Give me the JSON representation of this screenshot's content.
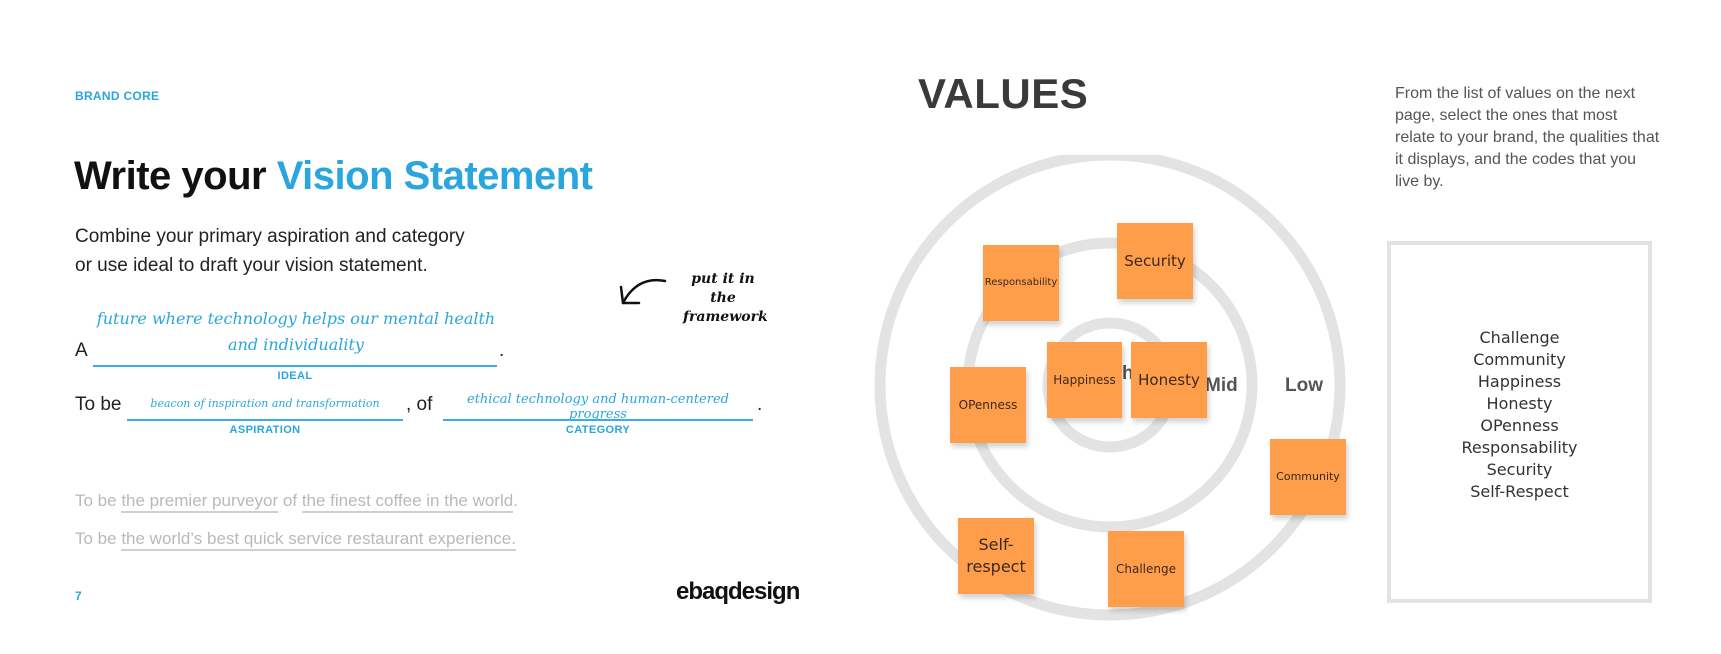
{
  "left_page": {
    "eyebrow": "BRAND CORE",
    "title_part1": "Write your",
    "title_part2": "Vision Statement",
    "intro_line1": "Combine your primary aspiration and category",
    "intro_line2": "or use ideal to draft your vision statement.",
    "row1_prefix": "A",
    "row1_period": ".",
    "ideal_text": "future where technology helps our mental health and individuality",
    "ideal_caption": "IDEAL",
    "row2_prefix": "To be",
    "row2_mid": ", of",
    "row2_period": ".",
    "aspiration_text": "beacon of inspiration and transformation",
    "aspiration_caption": "ASPIRATION",
    "category_text": "ethical technology and human-centered progress",
    "category_caption": "CATEGORY",
    "example1": {
      "prefix": "To be",
      "part1": "the premier purveyor",
      "mid": "of",
      "part2": "the finest coffee in the world",
      "end": "."
    },
    "example2": {
      "prefix": "To be",
      "part1": "the world’s best quick service restaurant experience."
    },
    "note": "put it in the framework",
    "page_number": "7",
    "logo": "ebaqdesign"
  },
  "right_page": {
    "title": "VALUES",
    "instructions": "From the list of values on the next page, select the ones that most relate to your brand, the qualities that it displays, and the codes that you live by.",
    "ring_labels": {
      "high": "h",
      "mid": "Mid",
      "low": "Low"
    },
    "stickies": [
      "Responsability",
      "Security",
      "OPenness",
      "Happiness",
      "Honesty",
      "Community",
      "Self-respect",
      "Challenge"
    ],
    "selected_values": [
      "Challenge",
      "Community",
      "Happiness",
      "Honesty",
      "OPenness",
      "Responsability",
      "Security",
      "Self-Respect"
    ]
  },
  "colors": {
    "accent": "#2aa6de",
    "sticky": "#ff9e4a",
    "ring": "#e3e3e3"
  },
  "icons": {
    "arrow": "curved-arrow-icon"
  }
}
